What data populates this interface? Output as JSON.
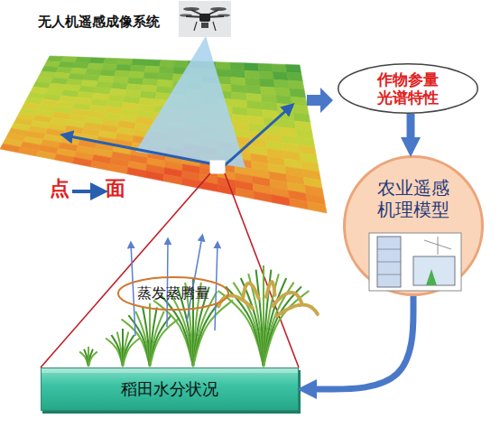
{
  "diagram": {
    "nodes": [
      {
        "text": [
          "作物参量 光谱特性"
        ]
      },
      {
        "text": [
          "农业遥感 机理模型"
        ]
      },
      {
        "text": [
          "蒸发蒸腾量"
        ]
      },
      {
        "text": [
          "稻田水分状况"
        ]
      }
    ],
    "edges": [
      {
        "from": 0,
        "to": 1,
        "arrow": "to"
      },
      {
        "from": 1,
        "to": 3,
        "arrow": "to"
      }
    ],
    "labels": [
      "无人机遥感成像系统",
      "点",
      "面"
    ]
  }
}
